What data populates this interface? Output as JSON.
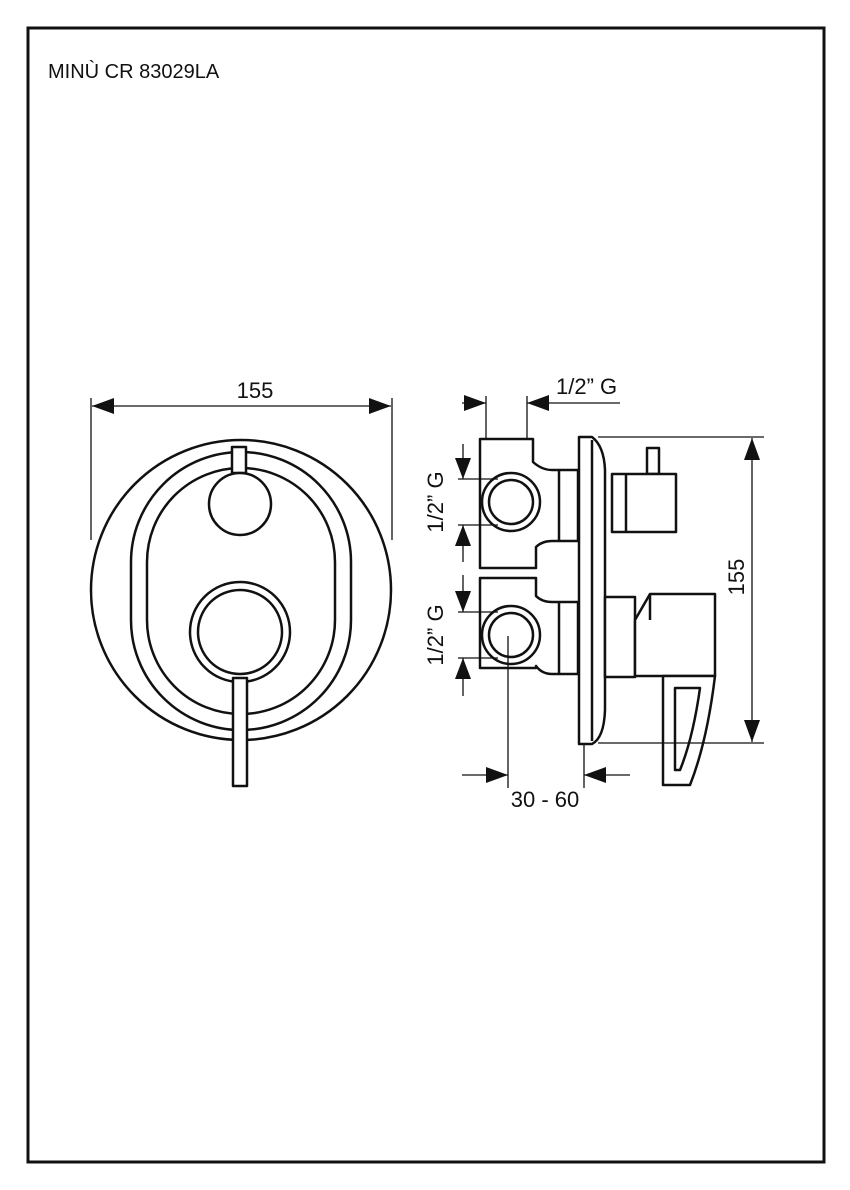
{
  "title": "MINÙ CR 83029LA",
  "front_view": {
    "width_label": "155"
  },
  "side_view": {
    "inlet_top_label": "1/2” G",
    "port_upper_label": "1/2” G",
    "port_lower_label": "1/2” G",
    "height_label": "155",
    "depth_label": "30 - 60"
  }
}
